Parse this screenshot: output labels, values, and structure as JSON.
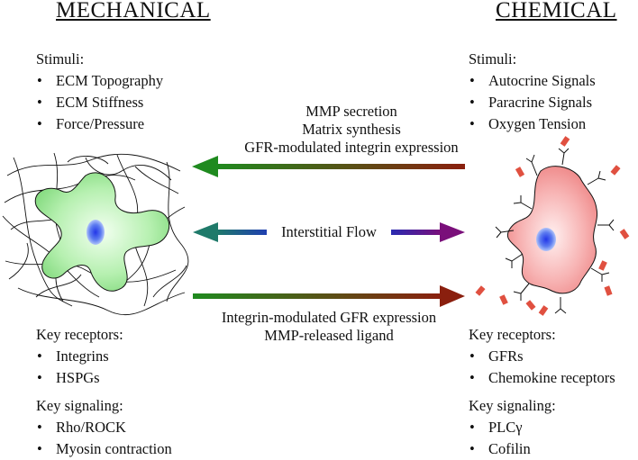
{
  "left": {
    "heading": "MECHANICAL",
    "stimuli": {
      "title": "Stimuli:",
      "items": [
        "ECM Topography",
        "ECM Stiffness",
        "Force/Pressure"
      ]
    },
    "receptors": {
      "title": "Key receptors:",
      "items": [
        "Integrins",
        "HSPGs"
      ]
    },
    "signaling": {
      "title": "Key signaling:",
      "items": [
        "Rho/ROCK",
        "Myosin contraction"
      ]
    }
  },
  "right": {
    "heading": "CHEMICAL",
    "stimuli": {
      "title": "Stimuli:",
      "items": [
        "Autocrine Signals",
        "Paracrine Signals",
        "Oxygen Tension"
      ]
    },
    "receptors": {
      "title": "Key receptors:",
      "items": [
        "GFRs",
        "Chemokine receptors"
      ]
    },
    "signaling": {
      "title": "Key signaling:",
      "items": [
        "PLCγ",
        "Cofilin"
      ]
    }
  },
  "arrows": {
    "top_labels": [
      "MMP secretion",
      "Matrix synthesis",
      "GFR-modulated integrin expression"
    ],
    "middle_label": "Interstitial Flow",
    "bottom_labels": [
      "Integrin-modulated GFR expression",
      "MMP-released ligand"
    ]
  },
  "colors": {
    "green": "#1f8a1f",
    "dark_red": "#8a1f0e",
    "teal": "#1f6e6e",
    "purple": "#7a0f7a",
    "cell_left": "#8fe08f",
    "cell_right": "#f07a7a",
    "nucleus": "#2e4fe0",
    "ligand": "#e05040"
  }
}
